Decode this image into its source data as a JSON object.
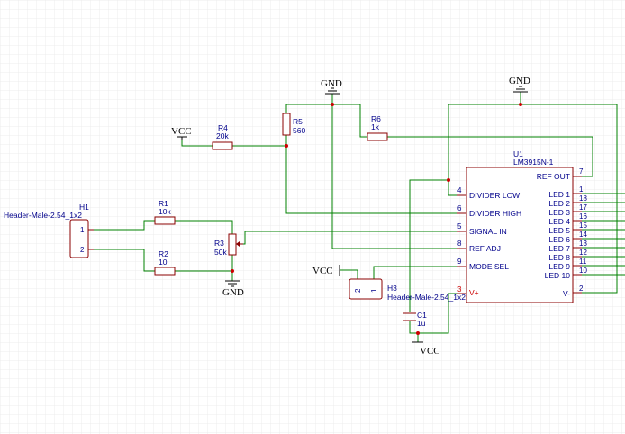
{
  "labels": {
    "h1_name": "Header-Male-2.54_1x2",
    "h1_ref": "H1",
    "h1_pin1": "1",
    "h1_pin2": "2",
    "r1_ref": "R1",
    "r1_val": "10k",
    "r2_ref": "R2",
    "r2_val": "10",
    "r3_ref": "R3",
    "r3_val": "50k",
    "r4_ref": "R4",
    "r4_val": "20k",
    "r5_ref": "R5",
    "r5_val": "560",
    "r6_ref": "R6",
    "r6_val": "1k",
    "c1_ref": "C1",
    "c1_val": "1u",
    "h3_ref": "H3",
    "h3_name": "Header-Male-2.54_1x2",
    "h3_pin1": "1",
    "h3_pin2": "2",
    "u1_ref": "U1",
    "u1_name": "LM3915N-1",
    "power": {
      "vcc_r4": "VCC",
      "vcc_h3": "VCC",
      "vcc_c1": "VCC",
      "gnd_r5": "GND",
      "gnd_u1": "GND",
      "gnd_r3": "GND"
    }
  },
  "u1_left_pins": [
    {
      "num": "4",
      "name": "DIVIDER LOW"
    },
    {
      "num": "6",
      "name": "DIVIDER HIGH"
    },
    {
      "num": "5",
      "name": "SIGNAL IN"
    },
    {
      "num": "8",
      "name": "REF ADJ"
    },
    {
      "num": "9",
      "name": "MODE SEL"
    },
    {
      "num": "3",
      "name": "V+"
    }
  ],
  "u1_right_pins": [
    {
      "num": "7",
      "name": "REF OUT"
    },
    {
      "num": "1",
      "name": "LED 1"
    },
    {
      "num": "18",
      "name": "LED 2"
    },
    {
      "num": "17",
      "name": "LED 3"
    },
    {
      "num": "16",
      "name": "LED 4"
    },
    {
      "num": "15",
      "name": "LED 5"
    },
    {
      "num": "14",
      "name": "LED 6"
    },
    {
      "num": "13",
      "name": "LED 7"
    },
    {
      "num": "12",
      "name": "LED 8"
    },
    {
      "num": "11",
      "name": "LED 9"
    },
    {
      "num": "10",
      "name": "LED 10"
    },
    {
      "num": "2",
      "name": "V-"
    }
  ],
  "colors": {
    "wire": "#008000",
    "component": "#8b0000",
    "label": "#00008b",
    "junction": "#cc0000",
    "grid": "#ebebeb"
  }
}
